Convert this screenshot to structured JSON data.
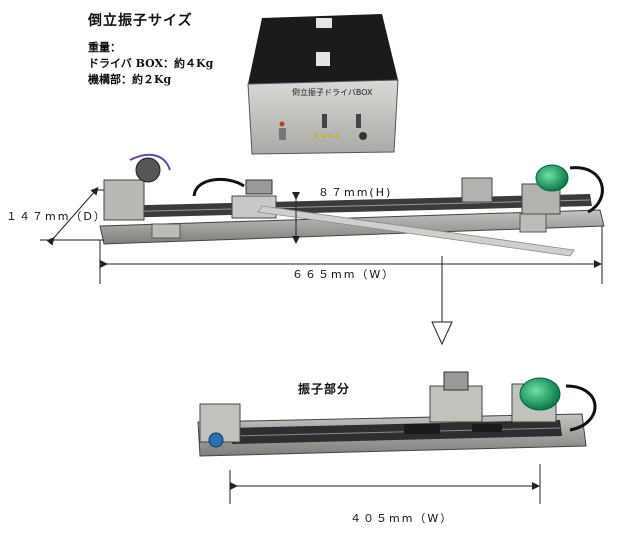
{
  "title": "倒立振子サイズ",
  "weights": {
    "heading": "重量：",
    "driver_box": "ドライバ BOX：約４Kg",
    "mechanism": "機構部：約２Kg"
  },
  "driver_box_label": "倒立振子ドライバBOX",
  "dimensions": {
    "height": "８７mm(H)",
    "depth": "１４７mm（D）",
    "width": "６６５mm（W）",
    "pendulum_width": "４０５mm（W）"
  },
  "pendulum_section_label": "振子部分"
}
